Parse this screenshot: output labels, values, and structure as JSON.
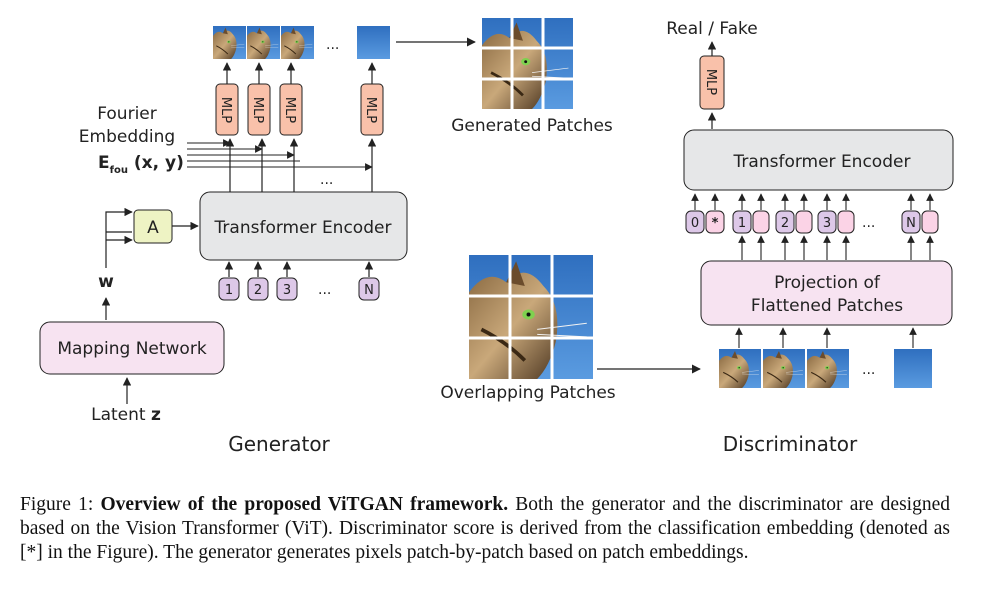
{
  "generator": {
    "title": "Generator",
    "fourier_line1": "Fourier",
    "fourier_line2": "Embedding",
    "efou_main": "E",
    "efou_sub": "fou",
    "efou_args": " (x, y)",
    "a_box": "A",
    "w_label": "w",
    "mapping_network": "Mapping  Network",
    "latent_prefix": "Latent ",
    "latent_var": "z",
    "transformer_encoder": "Transformer Encoder",
    "mlp": "MLP",
    "tokens": [
      "1",
      "2",
      "3",
      "N"
    ],
    "ellipsis": "...",
    "generated_patches": "Generated Patches"
  },
  "discriminator": {
    "title": "Discriminator",
    "real_fake": "Real / Fake",
    "mlp": "MLP",
    "transformer_encoder": "Transformer Encoder",
    "projection_line1": "Projection of",
    "projection_line2": "Flattened Patches",
    "tokens": [
      "0",
      "*",
      "1",
      "2",
      "3",
      "N"
    ],
    "ellipsis": "...",
    "overlapping_patches": "Overlapping Patches"
  },
  "colors": {
    "gray_box": "#e6e7e8",
    "pink_box": "#f7e3f1",
    "a_box": "#eef3c4",
    "mlp_box": "#f9c1aa",
    "token_purple": "#ddc8e8",
    "token_pink": "#fbd3e6",
    "sky": "#3a7fc8"
  },
  "caption": {
    "prefix": "Figure 1: ",
    "bold": "Overview of the proposed ViTGAN framework.",
    "text": " Both the generator and the discriminator are designed based on the Vision Transformer (ViT). Discriminator score is derived from the classification embedding (denoted as [*] in the Figure). The generator generates pixels patch-by-patch based on patch embeddings."
  }
}
